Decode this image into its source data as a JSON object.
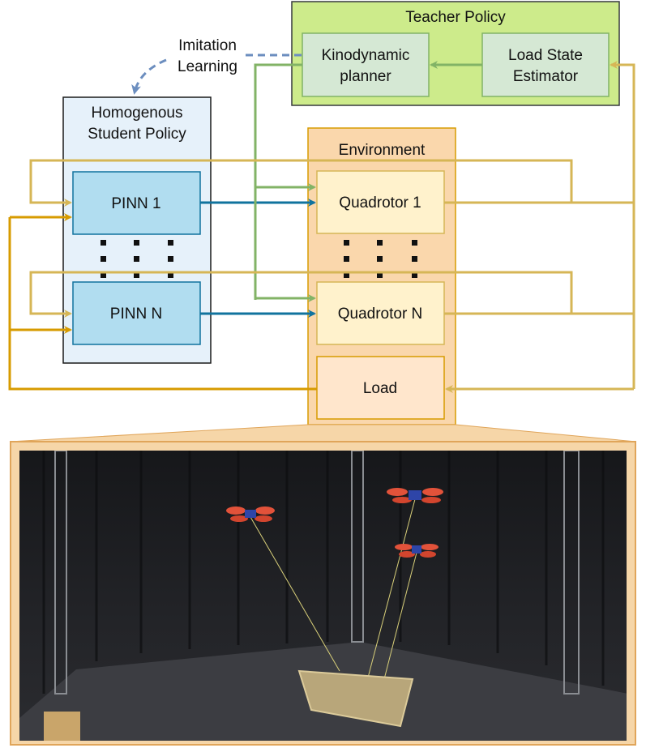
{
  "teacher": {
    "title": "Teacher Policy",
    "kinodynamic_line1": "Kinodynamic",
    "kinodynamic_line2": "planner",
    "estimator_line1": "Load State",
    "estimator_line2": "Estimator"
  },
  "imitation": {
    "line1": "Imitation",
    "line2": "Learning"
  },
  "student": {
    "title_line1": "Homogenous",
    "title_line2": "Student Policy",
    "pinn1": "PINN 1",
    "pinnN": "PINN N"
  },
  "environment": {
    "title": "Environment",
    "quad1": "Quadrotor 1",
    "quadN": "Quadrotor N",
    "load": "Load"
  },
  "colors": {
    "teacher_fill": "#cdeb8b",
    "teacher_border": "#36393d",
    "inner_green_fill": "#d5e8d4",
    "inner_green_border": "#82b366",
    "student_fill": "#e6f1fa",
    "pinn_fill": "#b1ddf0",
    "pinn_border": "#10739e",
    "env_fill": "#fad7ac",
    "env_border": "#d79b00",
    "quad_fill": "#fff2cc",
    "quad_border": "#d6b656",
    "load_fill": "#ffe6cc",
    "arrow_blue": "#10739e",
    "arrow_green": "#82b366",
    "arrow_gold": "#d6b656",
    "arrow_orange": "#d79b00",
    "dashed_blue": "#6c8ebf"
  },
  "photo": {
    "description_icon": "quadrotor-load-experiment-photo"
  }
}
